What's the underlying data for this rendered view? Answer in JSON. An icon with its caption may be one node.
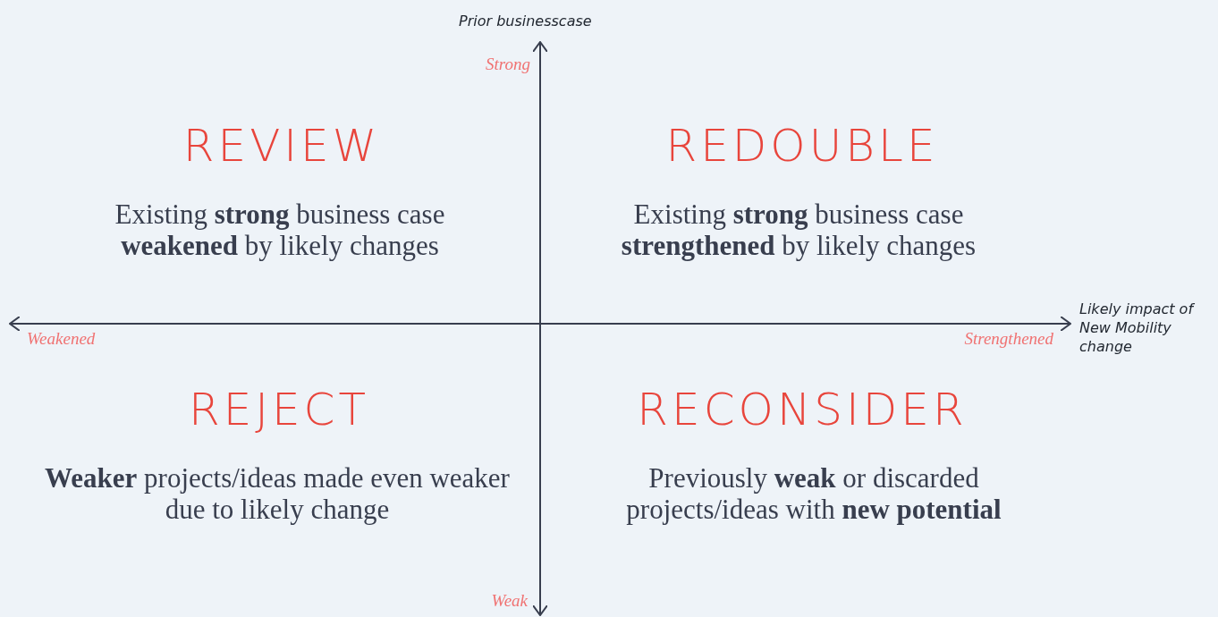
{
  "diagram": {
    "labels": [
      "Prior businesscase",
      "Strong",
      "REVIEW",
      "REDOUBLE",
      "Existing **strong** business case **weakened** by likely changes",
      "Existing **strong** business case **strengthened** by likely changes",
      "Likely impact of New Mobility change",
      "Weakened",
      "Strengthened",
      "REJECT",
      "RECONSIDER",
      "**Weaker** projects/ideas made even weaker due to likely change",
      "Previously **weak** or discarded projects/ideas with **new potential**",
      "Weak"
    ]
  }
}
